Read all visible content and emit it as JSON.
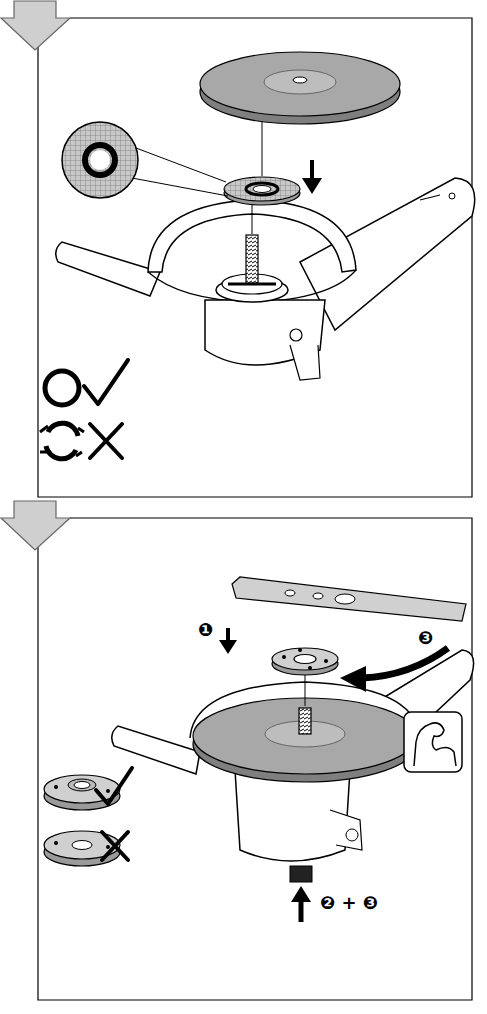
{
  "diagram": {
    "labels": [
      "❶",
      "❸",
      "❷ + ❸"
    ]
  }
}
